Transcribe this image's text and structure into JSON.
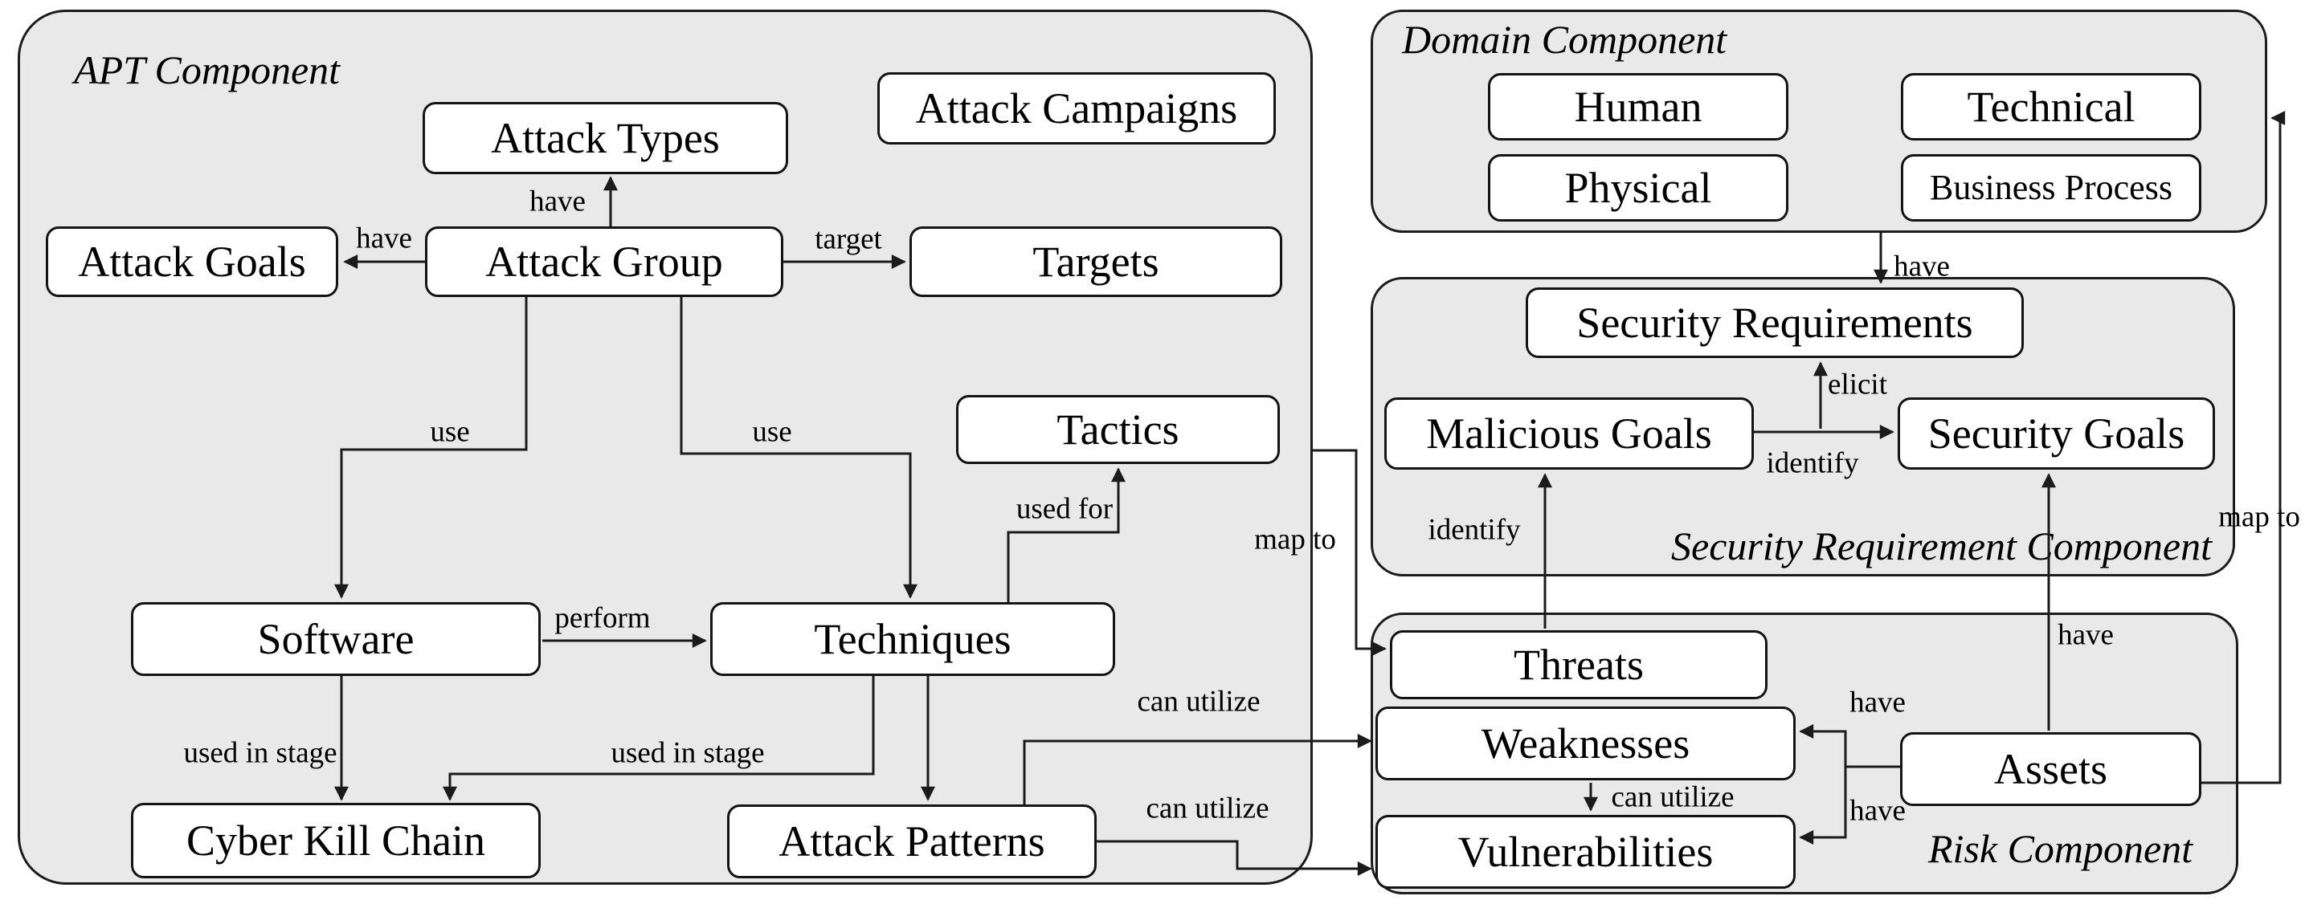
{
  "colors": {
    "background": "#ffffff",
    "container_fill": "#e9e9e9",
    "container_border": "#1c1c1c",
    "node_fill": "#ffffff",
    "node_border": "#141414",
    "connector": "#1b1b1b",
    "text": "#000000"
  },
  "components": {
    "apt": {
      "label": "APT Component"
    },
    "domain": {
      "label": "Domain Component"
    },
    "security_requirement": {
      "label": "Security Requirement Component"
    },
    "risk": {
      "label": "Risk Component"
    }
  },
  "nodes": {
    "attack_types": {
      "label": "Attack Types"
    },
    "attack_campaigns": {
      "label": "Attack Campaigns"
    },
    "attack_goals": {
      "label": "Attack Goals"
    },
    "attack_group": {
      "label": "Attack Group"
    },
    "targets": {
      "label": "Targets"
    },
    "tactics": {
      "label": "Tactics"
    },
    "software": {
      "label": "Software"
    },
    "techniques": {
      "label": "Techniques"
    },
    "cyber_kill_chain": {
      "label": "Cyber Kill Chain"
    },
    "attack_patterns": {
      "label": "Attack Patterns"
    },
    "human": {
      "label": "Human"
    },
    "technical": {
      "label": "Technical"
    },
    "physical": {
      "label": "Physical"
    },
    "business_process": {
      "label": "Business Process"
    },
    "security_requirements": {
      "label": "Security Requirements"
    },
    "malicious_goals": {
      "label": "Malicious Goals"
    },
    "security_goals": {
      "label": "Security Goals"
    },
    "threats": {
      "label": "Threats"
    },
    "weaknesses": {
      "label": "Weaknesses"
    },
    "vulnerabilities": {
      "label": "Vulnerabilities"
    },
    "assets": {
      "label": "Assets"
    }
  },
  "edges": [
    {
      "from": "attack_group",
      "to": "attack_types",
      "label": "have"
    },
    {
      "from": "attack_group",
      "to": "attack_goals",
      "label": "have"
    },
    {
      "from": "attack_group",
      "to": "targets",
      "label": "target"
    },
    {
      "from": "attack_group",
      "to": "software",
      "label": "use"
    },
    {
      "from": "attack_group",
      "to": "techniques",
      "label": "use"
    },
    {
      "from": "software",
      "to": "techniques",
      "label": "perform"
    },
    {
      "from": "techniques",
      "to": "tactics",
      "label": "used for"
    },
    {
      "from": "software",
      "to": "cyber_kill_chain",
      "label": "used in stage"
    },
    {
      "from": "techniques",
      "to": "cyber_kill_chain",
      "label": "used in stage"
    },
    {
      "from": "techniques",
      "to": "attack_patterns",
      "label": ""
    },
    {
      "from": "apt_component",
      "to": "threats",
      "label": "map to"
    },
    {
      "from": "attack_patterns",
      "to": "weaknesses",
      "label": "can utilize"
    },
    {
      "from": "attack_patterns",
      "to": "vulnerabilities",
      "label": "can utilize"
    },
    {
      "from": "domain_component",
      "to": "security_requirements",
      "label": "have"
    },
    {
      "from": "malicious_goals",
      "to": "security_requirements",
      "label": "elicit"
    },
    {
      "from": "malicious_goals",
      "to": "security_goals",
      "label": "identify"
    },
    {
      "from": "threats",
      "to": "malicious_goals",
      "label": "identify"
    },
    {
      "from": "assets",
      "to": "security_goals",
      "label": "have"
    },
    {
      "from": "assets",
      "to": "weaknesses",
      "label": "have"
    },
    {
      "from": "assets",
      "to": "vulnerabilities",
      "label": "have"
    },
    {
      "from": "weaknesses",
      "to": "vulnerabilities",
      "label": "can utilize"
    },
    {
      "from": "assets",
      "to": "domain_component",
      "label": "map to"
    }
  ]
}
